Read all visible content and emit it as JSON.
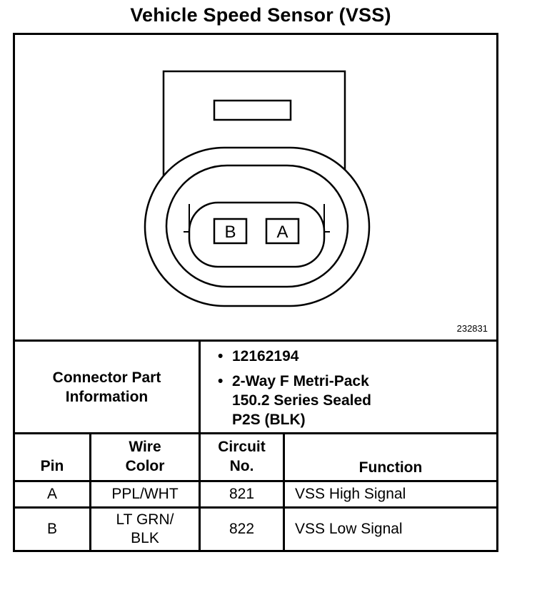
{
  "title": "Vehicle Speed Sensor (VSS)",
  "figure_number": "232831",
  "connector": {
    "pin_labels": [
      "B",
      "A"
    ]
  },
  "connector_info": {
    "label_line1": "Connector Part",
    "label_line2": "Information",
    "part_number": "12162194",
    "description_lines": [
      "2-Way F Metri-Pack",
      "150.2 Series Sealed",
      "P2S (BLK)"
    ]
  },
  "table": {
    "headers": {
      "pin": [
        "Pin"
      ],
      "wire_color": [
        "Wire",
        "Color"
      ],
      "circuit": [
        "Circuit",
        "No."
      ],
      "function": [
        "Function"
      ]
    },
    "rows": [
      {
        "pin": "A",
        "wire_color": [
          "PPL/WHT"
        ],
        "circuit": "821",
        "function": "VSS High Signal"
      },
      {
        "pin": "B",
        "wire_color": [
          "LT GRN/",
          "BLK"
        ],
        "circuit": "822",
        "function": "VSS Low Signal"
      }
    ]
  }
}
